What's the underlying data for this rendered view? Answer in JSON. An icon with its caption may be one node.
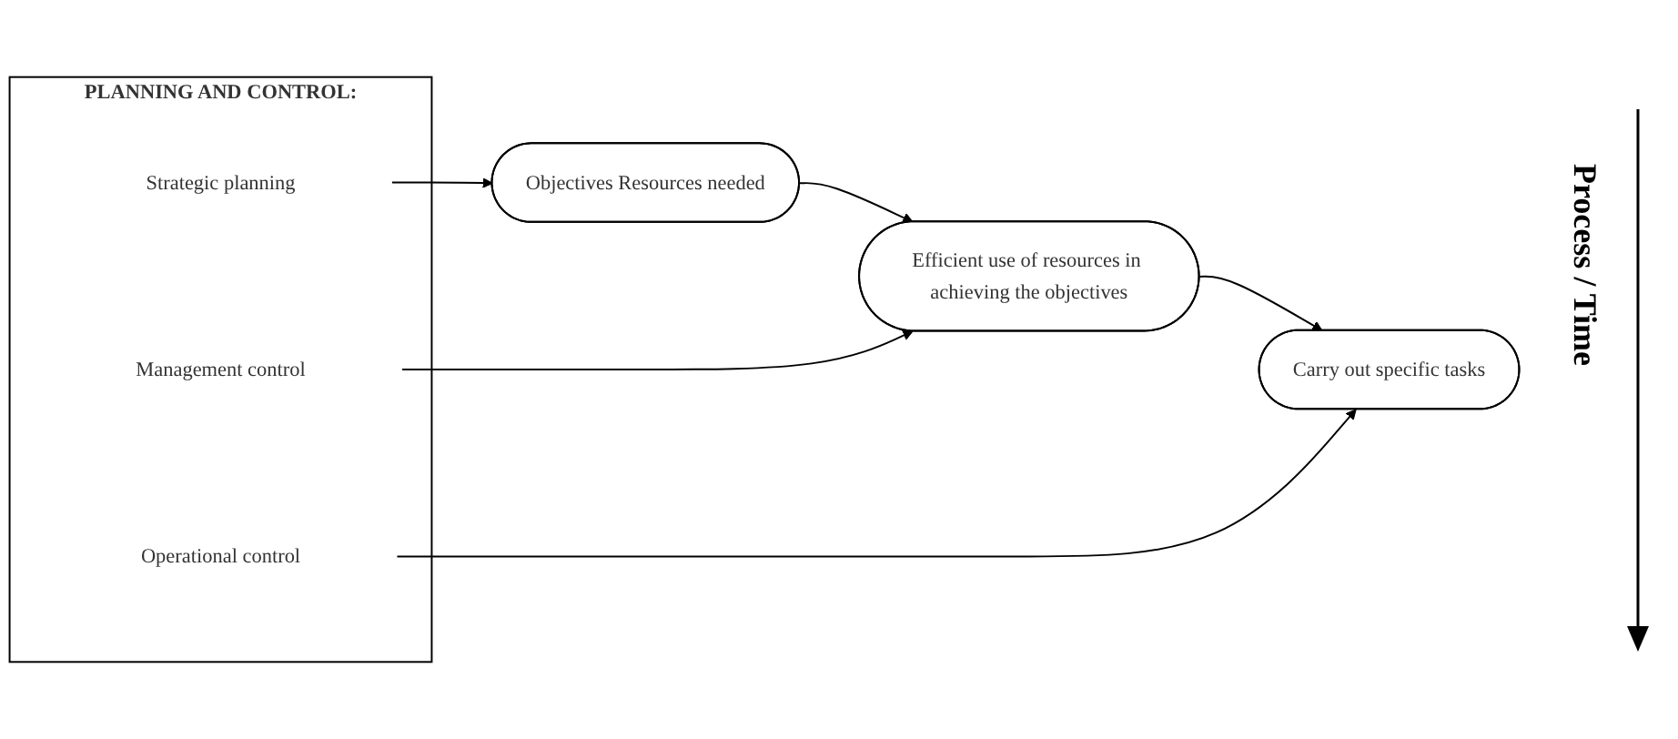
{
  "diagram": {
    "nodes": [
      {
        "text": [
          "PLANNING AND CONTROL:"
        ]
      },
      {
        "text": [
          "Strategic planning"
        ],
        "in": 0
      },
      {
        "text": [
          "Management control"
        ],
        "in": 0
      },
      {
        "text": [
          "Operational control"
        ],
        "in": 0
      },
      {
        "text": [
          "Objectives Resources needed"
        ]
      },
      {
        "text": [
          "Efficient use of resources in achieving the objectives"
        ]
      },
      {
        "text": [
          "Carry out specific tasks"
        ]
      }
    ],
    "edges": [
      {
        "from": 1,
        "to": 4,
        "arrow": "to"
      },
      {
        "from": 4,
        "to": 5,
        "arrow": "to"
      },
      {
        "from": 2,
        "to": 5,
        "arrow": "to"
      },
      {
        "from": 5,
        "to": 6,
        "arrow": "to"
      },
      {
        "from": 3,
        "to": 6,
        "arrow": "to"
      }
    ],
    "labels": [
      "Process / Time"
    ]
  }
}
